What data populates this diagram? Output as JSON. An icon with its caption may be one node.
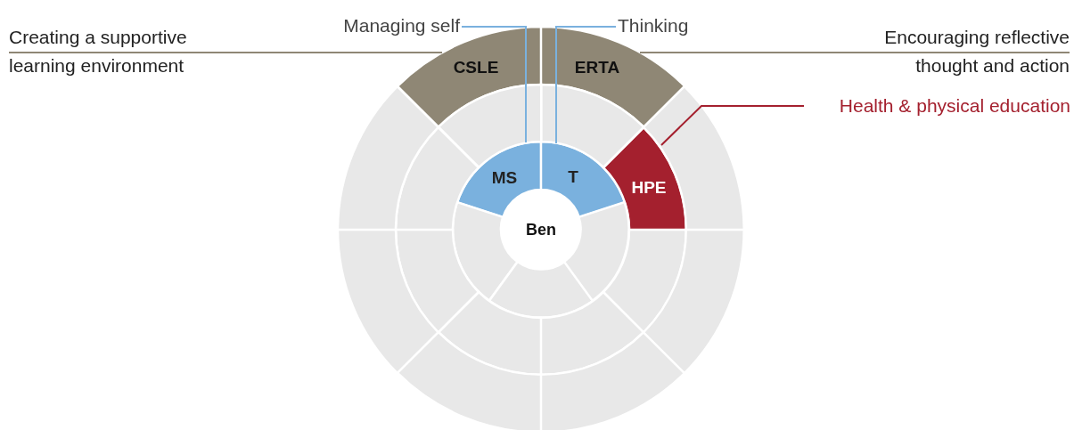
{
  "diagram": {
    "nodes": [
      {
        "text": [
          "Managing self"
        ]
      },
      {
        "text": [
          "Thinking"
        ]
      },
      {
        "text": [
          "Creating a supportive learning environment"
        ]
      },
      {
        "text": [
          "Encouraging reflective thought and action"
        ]
      },
      {
        "text": [
          "Health & physical education"
        ]
      },
      {
        "text": [
          "CSLE"
        ]
      },
      {
        "text": [
          "ERTA"
        ]
      },
      {
        "text": [
          "MS"
        ]
      },
      {
        "text": [
          "T"
        ]
      },
      {
        "text": [
          "HPE"
        ]
      },
      {
        "text": [
          "Ben"
        ]
      },
      {
        "text": [],
        "shape": "sector"
      },
      {
        "text": [],
        "shape": "sector"
      },
      {
        "text": [],
        "shape": "sector"
      },
      {
        "text": [],
        "shape": "sector"
      },
      {
        "text": [],
        "shape": "sector"
      },
      {
        "text": [],
        "shape": "sector"
      },
      {
        "text": [],
        "shape": "sector"
      },
      {
        "text": [],
        "shape": "sector"
      },
      {
        "text": [],
        "shape": "sector"
      },
      {
        "text": [],
        "shape": "sector"
      },
      {
        "text": [],
        "shape": "sector"
      },
      {
        "text": [],
        "shape": "sector"
      },
      {
        "text": [],
        "shape": "sector"
      },
      {
        "text": [],
        "shape": "sector"
      },
      {
        "text": [],
        "shape": "sector"
      },
      {
        "text": [],
        "shape": "sector"
      }
    ],
    "edges": [
      {
        "from": 0,
        "to": 7,
        "arrow": "none",
        "color": "#7ab1de"
      },
      {
        "from": 1,
        "to": 8,
        "arrow": "none",
        "color": "#7ab1de"
      },
      {
        "from": 2,
        "to": 5,
        "arrow": "none",
        "color": "#8f8775"
      },
      {
        "from": 3,
        "to": 6,
        "arrow": "none",
        "color": "#8f8775"
      },
      {
        "from": 4,
        "to": 9,
        "arrow": "none",
        "color": "#a4202e"
      }
    ]
  }
}
